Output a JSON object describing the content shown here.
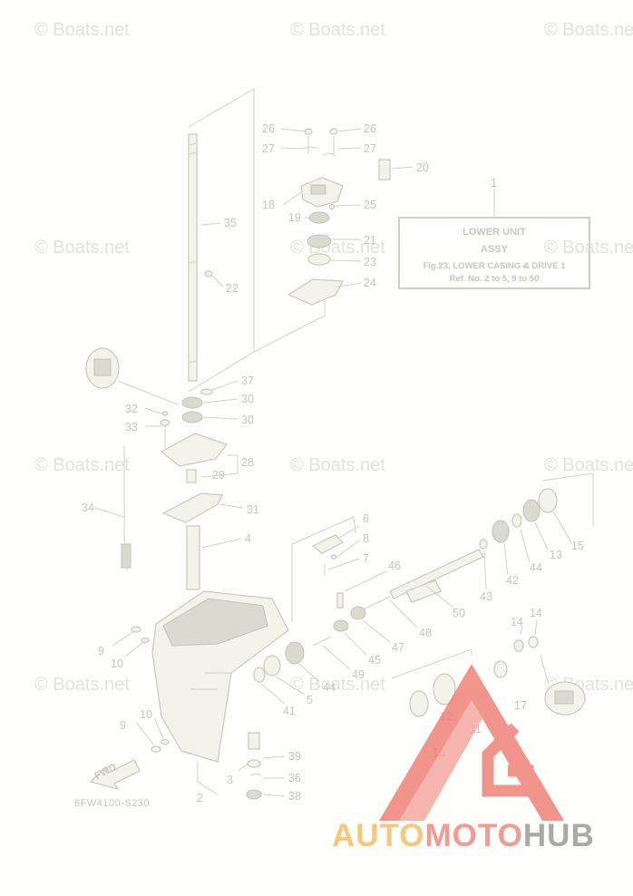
{
  "watermark": "© Boats.net",
  "label_box": {
    "ref": "1",
    "line1": "LOWER UNIT",
    "line2": "ASSY",
    "line3": "Fig.23, LOWER CASING & DRIVE 1",
    "line4": "Ref. No. 2 to 5, 9 to 50"
  },
  "callouts": {
    "c26a": "26",
    "c26b": "26",
    "c27a": "27",
    "c27b": "27",
    "c20": "20",
    "c18": "18",
    "c19": "19",
    "c25": "25",
    "c35": "35",
    "c21": "21",
    "c23": "23",
    "c22": "22",
    "c24": "24",
    "c37": "37",
    "c30a": "30",
    "c30b": "30",
    "c32": "32",
    "c33": "33",
    "c28": "28",
    "c29": "29",
    "c34": "34",
    "c31": "31",
    "c4": "4",
    "c6": "6",
    "c8": "8",
    "c7": "7",
    "c46": "46",
    "c15": "15",
    "c13": "13",
    "c44": "44",
    "c42": "42",
    "c43": "43",
    "c50": "50",
    "c48": "48",
    "c47": "47",
    "c45": "45",
    "c14a": "14",
    "c14b": "14",
    "c9a": "9",
    "c10a": "10",
    "c49": "49",
    "c44b": "44",
    "c5": "5",
    "c41": "41",
    "c17": "17",
    "c12": "12",
    "c11": "11",
    "c16": "16",
    "c10b": "10",
    "c9b": "9",
    "c39": "39",
    "c36": "36",
    "c38": "38",
    "c3": "3",
    "c2": "2"
  },
  "fwd_label": "FWD",
  "figure_code": "6FW4100-S230",
  "brand": {
    "part1": "AUTO",
    "part2": "MOTO",
    "part3": "HUB"
  },
  "colors": {
    "brand_yellow": "#f7c77a",
    "brand_red": "#f39a92",
    "brand_gray": "#a9a9a9",
    "logo_red": "#ee7a70"
  }
}
